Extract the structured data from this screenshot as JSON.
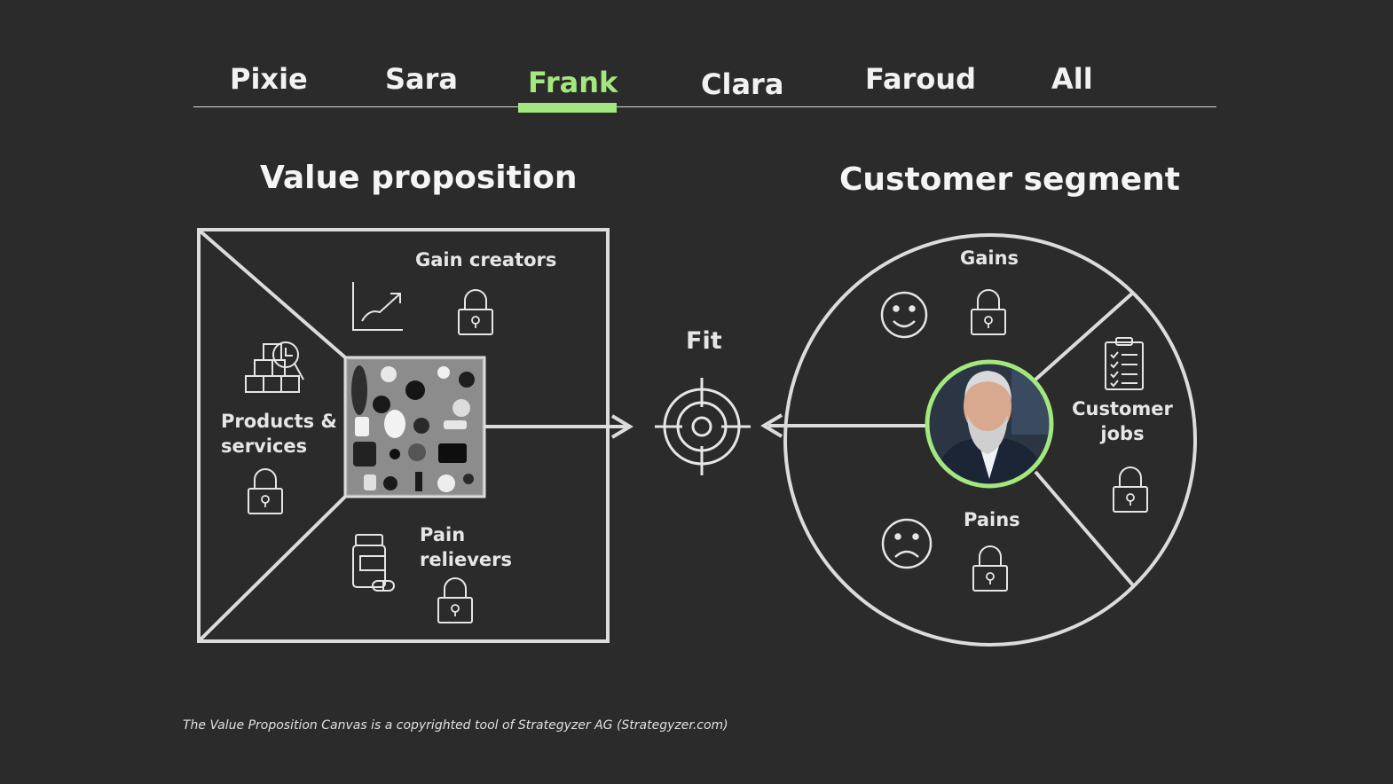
{
  "tabs": [
    {
      "label": "Pixie"
    },
    {
      "label": "Sara"
    },
    {
      "label": "Frank",
      "active": true
    },
    {
      "label": "Clara"
    },
    {
      "label": "Faroud"
    },
    {
      "label": "All"
    }
  ],
  "headings": {
    "value_proposition": "Value proposition",
    "customer_segment": "Customer segment"
  },
  "value_proposition": {
    "gain_creators": "Gain creators",
    "products_services_line1": "Products &",
    "products_services_line2": "services",
    "pain_relievers_line1": "Pain",
    "pain_relievers_line2": "relievers"
  },
  "fit": {
    "label": "Fit"
  },
  "customer_segment": {
    "gains": "Gains",
    "pains": "Pains",
    "customer_jobs_line1": "Customer",
    "customer_jobs_line2": "jobs"
  },
  "footer": "The Value Proposition Canvas is a copyrighted tool of Strategyzer AG (Strategyzer.com)",
  "colors": {
    "background": "#2b2b2b",
    "accent": "#a3e77f",
    "line": "#d9d9d9"
  },
  "icons": [
    "chart-trend-icon",
    "boxes-search-icon",
    "medicine-bottle-icon",
    "target-icon",
    "smile-icon",
    "frown-icon",
    "clipboard-checklist-icon",
    "lock-icon"
  ]
}
